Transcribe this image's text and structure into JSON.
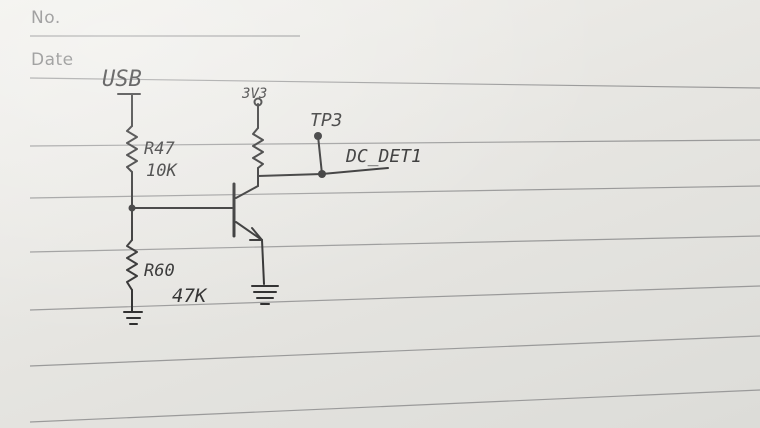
{
  "header": {
    "no_label": "No.",
    "date_label": "Date"
  },
  "schematic": {
    "supply_in": "USB",
    "supply_rail": "3V3",
    "test_point": "TP3",
    "net_out": "DC_DET1",
    "r_top": {
      "ref": "R47",
      "value": "10K"
    },
    "r_bottom": {
      "ref": "R60",
      "value": "47K"
    }
  },
  "colors": {
    "ink": "#2b2b2b",
    "paper": "#eceae6",
    "rule": "#9a9a9a"
  }
}
